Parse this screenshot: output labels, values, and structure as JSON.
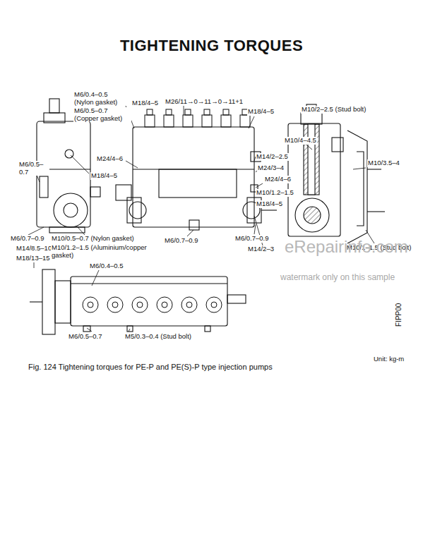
{
  "diagram": {
    "title": "TIGHTENING TORQUES",
    "caption": "Fig. 124  Tightening torques for PE-P and PE(S)-P type injection pumps",
    "labels": [
      "M6/0.4–0.5 (Nylon gasket)",
      "M6/0.5–0.7 (Copper gasket)",
      "M18/4–5",
      "M26/11→0→11→0→11+1",
      "M18/4–5",
      "M10/2–2.5 (Stud bolt)",
      "M10/4–4.5",
      "M24/4–6",
      "M6/0.5–0.7",
      "M18/4–5",
      "M14/2–2.5",
      "M24/3–4",
      "M24/4–6",
      "M10/1.2–1.5",
      "M18/4–5",
      "M10/3.5–4",
      "M6/0.7–0.9",
      "M10/0.5–0.7 (Nylon gasket)",
      "M6/0.7–0.9",
      "M6/0.7–0.9",
      "M14/8.5–10",
      "M10/1.2–1.5 (Aluminium/copper gasket)",
      "M14/2–3",
      "M10/1–1.5 (Stud bolt)",
      "M18/13–15",
      "M6/0.4–0.5",
      "M6/0.5–0.7",
      "M5/0.3–0.4 (Stud bolt)",
      "Unit: kg-m",
      "FIPP00",
      "eRepairinfo.com",
      "watermark only on this sample"
    ]
  }
}
